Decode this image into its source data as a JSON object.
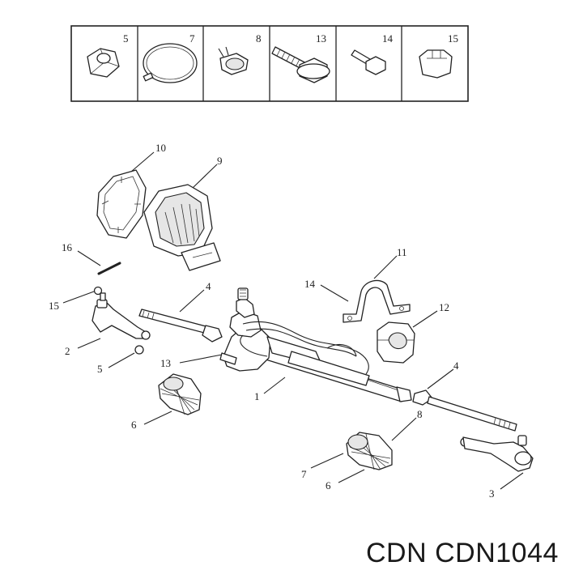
{
  "inset_labels": [
    "5",
    "7",
    "8",
    "13",
    "14",
    "15"
  ],
  "callouts": {
    "c10": "10",
    "c9": "9",
    "c16": "16",
    "c15": "15",
    "c4a": "4",
    "c2": "2",
    "c5": "5",
    "c13": "13",
    "c14": "14",
    "c11": "11",
    "c12": "12",
    "c1": "1",
    "c4b": "4",
    "c6a": "6",
    "c8": "8",
    "c7": "7",
    "c6b": "6",
    "c3": "3"
  },
  "brand_text": "CDN CDN1044"
}
